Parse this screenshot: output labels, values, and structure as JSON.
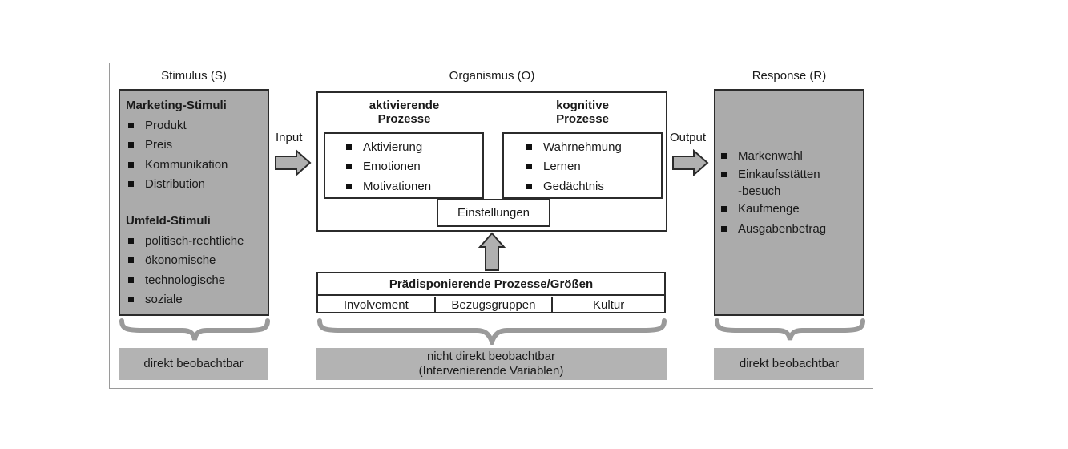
{
  "stimulus": {
    "header": "Stimulus (S)",
    "marketing_title": "Marketing-Stimuli",
    "marketing_items": [
      "Produkt",
      "Preis",
      "Kommunikation",
      "Distribution"
    ],
    "umfeld_title": "Umfeld-Stimuli",
    "umfeld_items": [
      "politisch-rechtliche",
      "ökonomische",
      "technologische",
      "soziale"
    ],
    "footer": "direkt beobachtbar"
  },
  "input_label": "Input",
  "output_label": "Output",
  "organismus": {
    "header": "Organismus (O)",
    "aktivierende_title": "aktivierende Prozesse",
    "aktivierende_line1": "aktivierende",
    "aktivierende_line2": "Prozesse",
    "aktivierende_items": [
      "Aktivierung",
      "Emotionen",
      "Motivationen"
    ],
    "kognitive_title": "kognitive Prozesse",
    "kognitive_line1": "kognitive",
    "kognitive_line2": "Prozesse",
    "kognitive_items": [
      "Wahrnehmung",
      "Lernen",
      "Gedächtnis"
    ],
    "einstellungen": "Einstellungen",
    "praedisponierende_title": "Prädisponierende Prozesse/Größen",
    "praedisponierende_items": [
      "Involvement",
      "Bezugsgruppen",
      "Kultur"
    ],
    "footer_line1": "nicht direkt beobachtbar",
    "footer_line2": "(Intervenierende Variablen)"
  },
  "response": {
    "header": "Response (R)",
    "items": [
      "Markenwahl",
      "Einkaufsstätten\n-besuch",
      "Kaufmenge",
      "Ausgabenbetrag"
    ],
    "item1_line1": "Einkaufsstätten",
    "item1_line2": "-besuch",
    "footer": "direkt beobachtbar"
  },
  "colors": {
    "box_gray": "#ababab",
    "footer_gray": "#b3b3b3",
    "border": "#2b2b2b",
    "arrow_fill": "#b0b0b0"
  }
}
